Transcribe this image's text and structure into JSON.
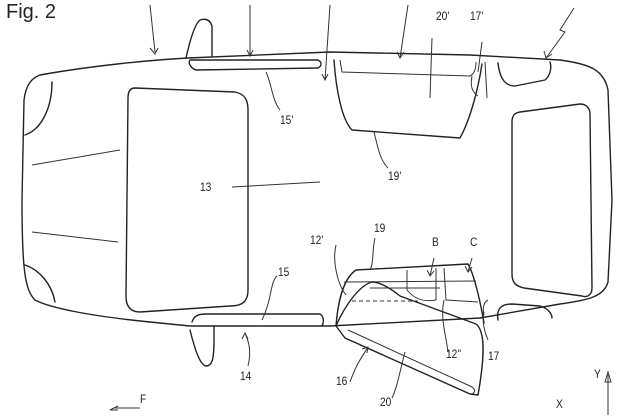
{
  "figure_title": "Fig. 2",
  "labels": {
    "door_inner_open": "20'",
    "hinge_upper": "17'",
    "sill_upper": "15'",
    "door_edge_upper": "19'",
    "vehicle_body": "13",
    "pillar_front": "12'",
    "door_edge": "19",
    "pillar_b": "B",
    "pillar_c": "C",
    "sill": "15",
    "sill_arrow": "14",
    "door_arrow": "16",
    "door": "20",
    "pillar_mid": "12''",
    "hinge": "17",
    "axis_y": "Y",
    "axis_x": "X",
    "direction_f": "F"
  }
}
